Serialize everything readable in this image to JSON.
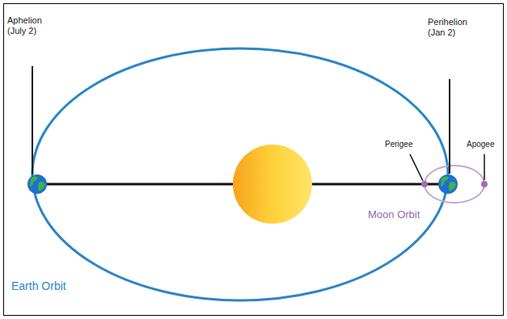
{
  "diagram": {
    "labels": [
      "Aphelion (July 2)",
      "Perihelion (Jan 2)",
      "Perigee",
      "Apogee",
      "Moon Orbit",
      "Earth Orbit"
    ]
  }
}
